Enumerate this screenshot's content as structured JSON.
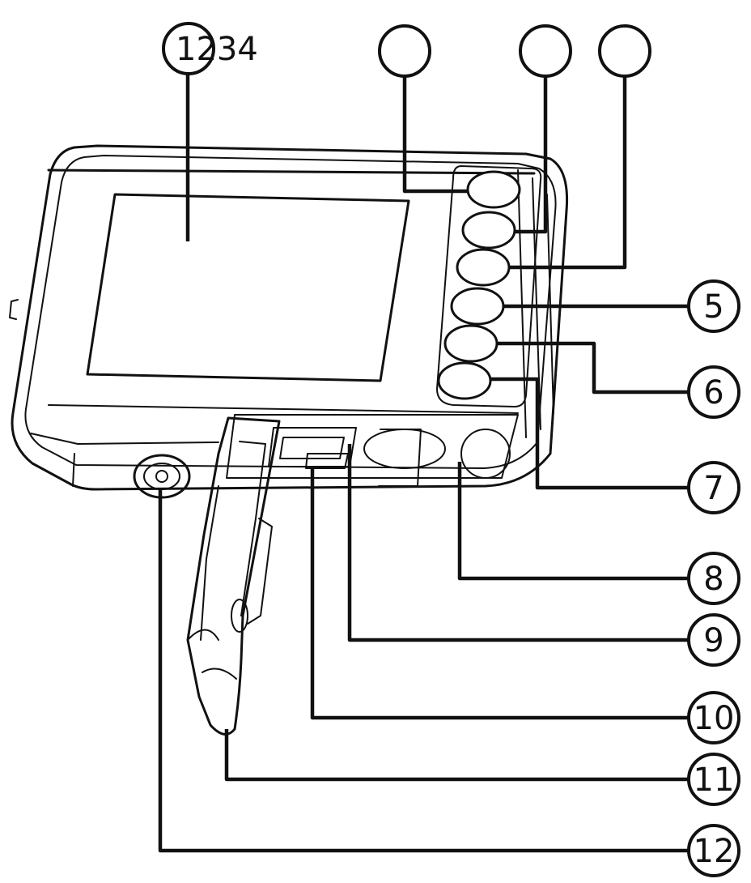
{
  "callouts": {
    "screen": "1234",
    "btn5": "5",
    "btn6": "6",
    "btn7": "7",
    "strap": "8",
    "usb": "9",
    "card": "10",
    "cover": "11",
    "tripod": "12"
  },
  "colors": {
    "ink": "#111111",
    "paper": "#ffffff"
  }
}
